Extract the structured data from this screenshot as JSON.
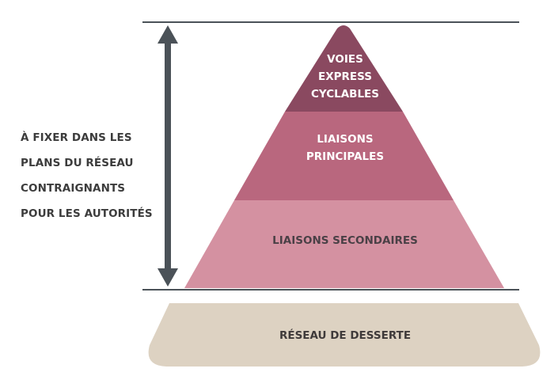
{
  "left_label": {
    "lines": [
      "À FIXER DANS LES",
      "PLANS DU RÉSEAU",
      "CONTRAIGNANTS",
      "POUR LES AUTORITÉS"
    ]
  },
  "pyramid": {
    "levels": [
      {
        "lines": [
          "VOIES",
          "EXPRESS",
          "CYCLABLES"
        ],
        "color": "#8a4960",
        "text_color": "#ffffff"
      },
      {
        "lines": [
          "LIAISONS",
          "PRINCIPALES"
        ],
        "color": "#b9677e",
        "text_color": "#ffffff"
      },
      {
        "lines": [
          "LIAISONS SECONDAIRES"
        ],
        "color": "#d491a1",
        "text_color": "#4a4046"
      }
    ],
    "base": {
      "lines": [
        "RÉSEAU DE DESSERTE"
      ],
      "color": "#ddd2c2",
      "text_color": "#3f3a3a"
    }
  },
  "colors": {
    "arrow": "#4b5258",
    "rule_line": "#4b5258",
    "left_text": "#3c3c3c"
  }
}
